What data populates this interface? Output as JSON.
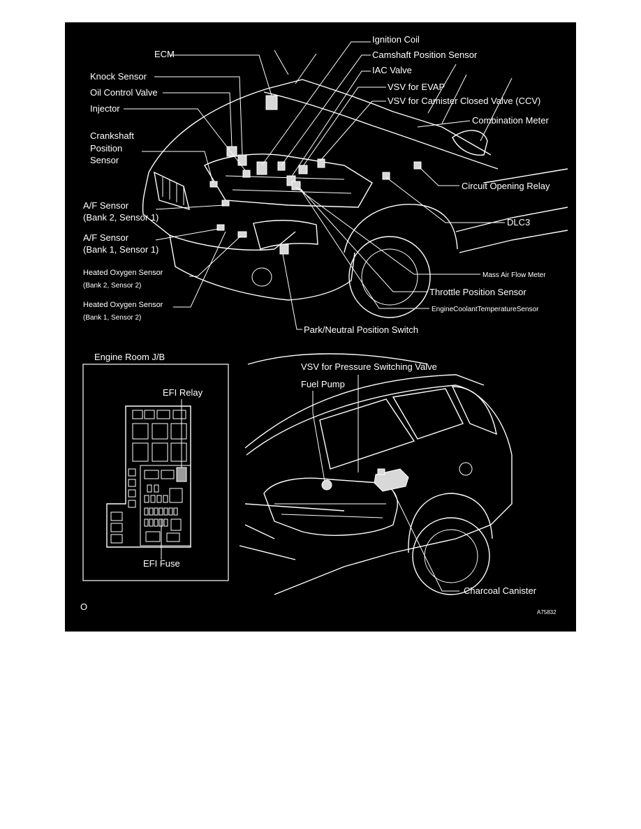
{
  "engine_bay": {
    "labels": {
      "ignition_coil": "Ignition Coil",
      "ecm": "ECM",
      "camshaft_position_sensor": "Camshaft Position Sensor",
      "knock_sensor": "Knock Sensor",
      "iac_valve": "IAC Valve",
      "oil_control_valve": "Oil Control Valve",
      "vsv_evap": "VSV for EVAP",
      "injector": "Injector",
      "vsv_ccv": "VSV for Camister Closed Valve (CCV)",
      "combination_meter": "Combination Meter",
      "crankshaft_line1": "Crankshaft",
      "crankshaft_line2": "Position",
      "crankshaft_line3": "Sensor",
      "circuit_opening_relay": "Circuit Opening Relay",
      "af_b2s1_line1": "A/F Sensor",
      "af_b2s1_line2": "(Bank 2, Sensor 1)",
      "dlc3": "DLC3",
      "af_b1s1_line1": "A/F Sensor",
      "af_b1s1_line2": "(Bank 1, Sensor 1)",
      "ho2_b2s2_line1": "Heated Oxygen Sensor",
      "ho2_b2s2_line2": "(Bank 2, Sensor 2)",
      "mass_air_flow_meter": "Mass Air Flow Meter",
      "throttle_position_sensor": "Throttle Position Sensor",
      "ho2_b1s2_line1": "Heated Oxygen Sensor",
      "ho2_b1s2_line2": "(Bank 1, Sensor 2)",
      "engine_coolant_temp_sensor": "EngineCoolantTemperatureSensor",
      "park_neutral_switch": "Park/Neutral Position Switch"
    }
  },
  "junction_box": {
    "title": "Engine Room J/B",
    "efi_relay": "EFI Relay",
    "efi_fuse": "EFI Fuse"
  },
  "rear_vehicle": {
    "labels": {
      "vsv_pressure_switching": "VSV for Pressure Switching Valve",
      "fuel_pump": "Fuel Pump",
      "charcoal_canister": "Charcoal Canister"
    }
  },
  "corner_marks": {
    "bottom_left": "O",
    "figure_id": "A75832"
  },
  "colors": {
    "background": "#000000",
    "linework": "#ffffff",
    "page": "#ffffff"
  }
}
